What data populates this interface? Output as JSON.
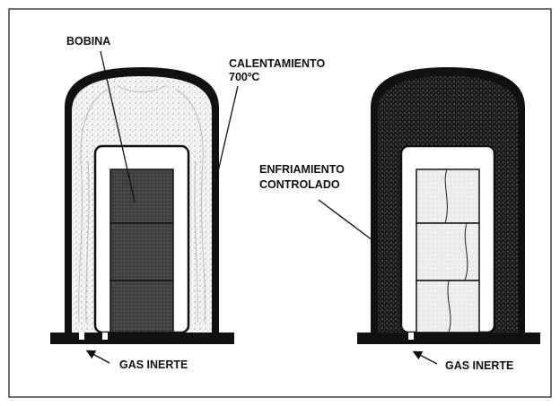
{
  "labels": {
    "coil": "BOBINA",
    "heating_line1": "CALENTAMIENTO",
    "heating_line2": "700ºC",
    "cooling_line1": "ENFRIAMIENTO",
    "cooling_line2": "CONTROLADO",
    "gas_left": "GAS INERTE",
    "gas_right": "GAS INERTE"
  },
  "colors": {
    "line": "#111111",
    "speckle_light": "#f2f2f2",
    "speckle_dark": "#1a1a1a",
    "coil_dark": "#3d3d3d",
    "coil_light": "#e9e9e9"
  }
}
